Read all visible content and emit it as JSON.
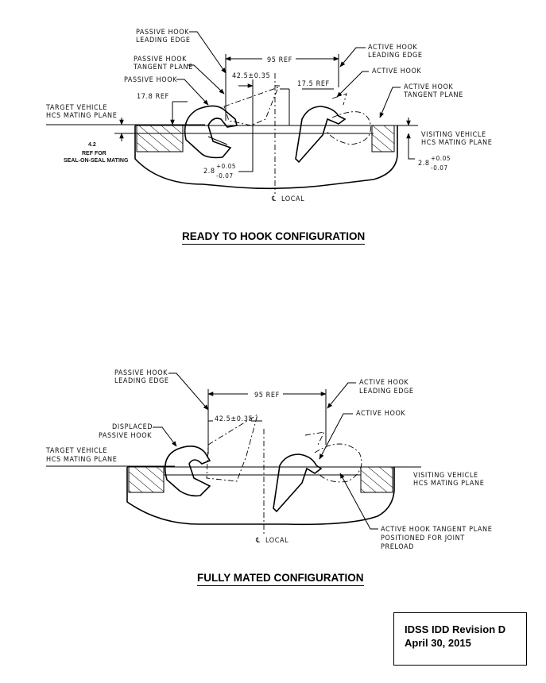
{
  "top_view": {
    "passive_hook_leading_edge": [
      "PASSIVE HOOK",
      "LEADING EDGE"
    ],
    "passive_hook_tangent_plane": [
      "PASSIVE HOOK",
      "TANGENT PLANE"
    ],
    "passive_hook": "PASSIVE HOOK",
    "ref_95": "95 REF",
    "dim_42_5": "42.5±0.35",
    "ref_17_5": "17.5 REF",
    "ref_17_8": "17.8 REF",
    "active_hook_leading_edge": [
      "ACTIVE HOOK",
      "LEADING EDGE"
    ],
    "active_hook": "ACTIVE HOOK",
    "active_hook_tangent_plane": [
      "ACTIVE HOOK",
      "TANGENT PLANE"
    ],
    "target_vehicle_plane": [
      "TARGET VEHICLE",
      "HCS MATING PLANE"
    ],
    "visiting_vehicle_plane": [
      "VISITING VEHICLE",
      "HCS MATING PLANE"
    ],
    "ref_4_2": "4.2",
    "ref_for": "REF FOR",
    "seal_on_seal": "SEAL-ON-SEAL MATING",
    "tol_left": {
      "base": "2.8",
      "plus": "+0.05",
      "minus": "-0.07"
    },
    "tol_right": {
      "base": "2.8",
      "plus": "+0.05",
      "minus": "-0.07"
    },
    "centerline": "LOCAL",
    "caption": "READY TO HOOK CONFIGURATION"
  },
  "bottom_view": {
    "passive_hook_leading_edge": [
      "PASSIVE HOOK",
      "LEADING EDGE"
    ],
    "ref_95": "95 REF",
    "dim_42_5": "42.5±0.35",
    "displaced_passive_hook": [
      "DISPLACED",
      "PASSIVE HOOK"
    ],
    "target_vehicle_plane": [
      "TARGET VEHICLE",
      "HCS MATING PLANE"
    ],
    "active_hook_leading_edge": [
      "ACTIVE HOOK",
      "LEADING EDGE"
    ],
    "active_hook": "ACTIVE HOOK",
    "visiting_vehicle_plane": [
      "VISITING VEHICLE",
      "HCS MATING PLANE"
    ],
    "active_hook_tangent_plane": [
      "ACTIVE HOOK TANGENT PLANE",
      "POSITIONED FOR JOINT",
      "PRELOAD"
    ],
    "centerline": "LOCAL",
    "caption": "FULLY MATED CONFIGURATION"
  },
  "revision": {
    "line1": "IDSS IDD Revision D",
    "line2": "April 30, 2015"
  }
}
